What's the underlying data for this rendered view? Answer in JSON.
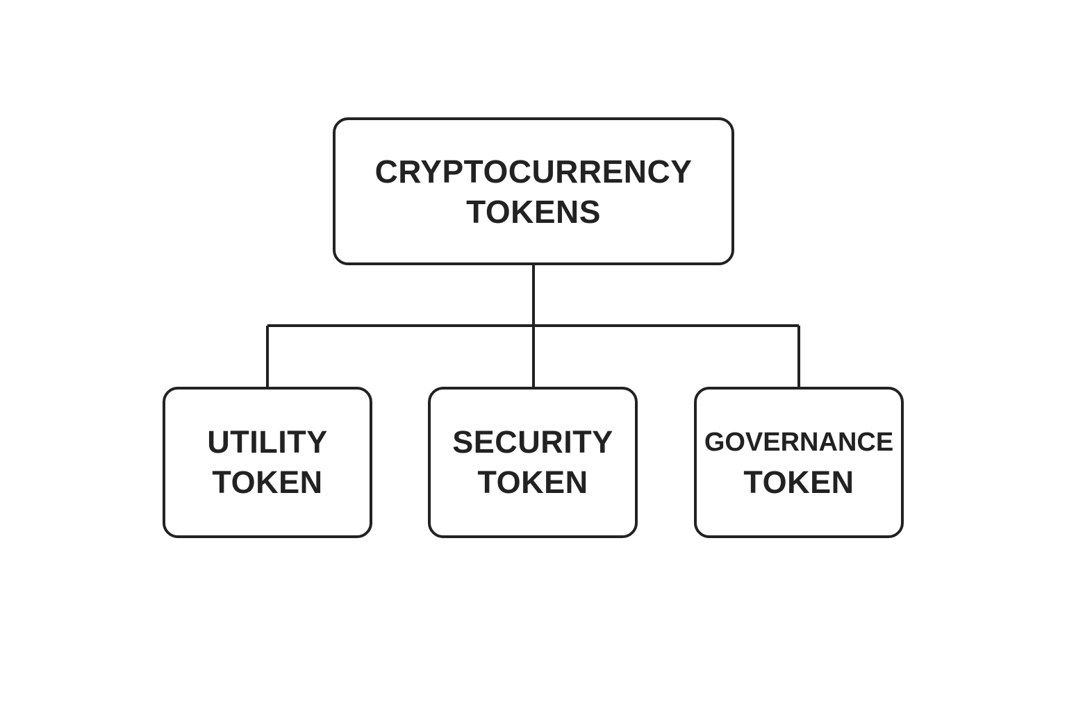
{
  "diagram": {
    "root": {
      "line_1": "CRYPTOCURRENCY",
      "line_2": "TOKENS"
    },
    "children": [
      {
        "line_1": "UTILITY",
        "line_2": "TOKEN"
      },
      {
        "line_1": "SECURITY",
        "line_2": "TOKEN"
      },
      {
        "line_1": "GOVERNANCE",
        "line_2": "TOKEN"
      }
    ]
  },
  "colors": {
    "stroke": "#222222",
    "background": "#ffffff",
    "text": "#222222"
  }
}
